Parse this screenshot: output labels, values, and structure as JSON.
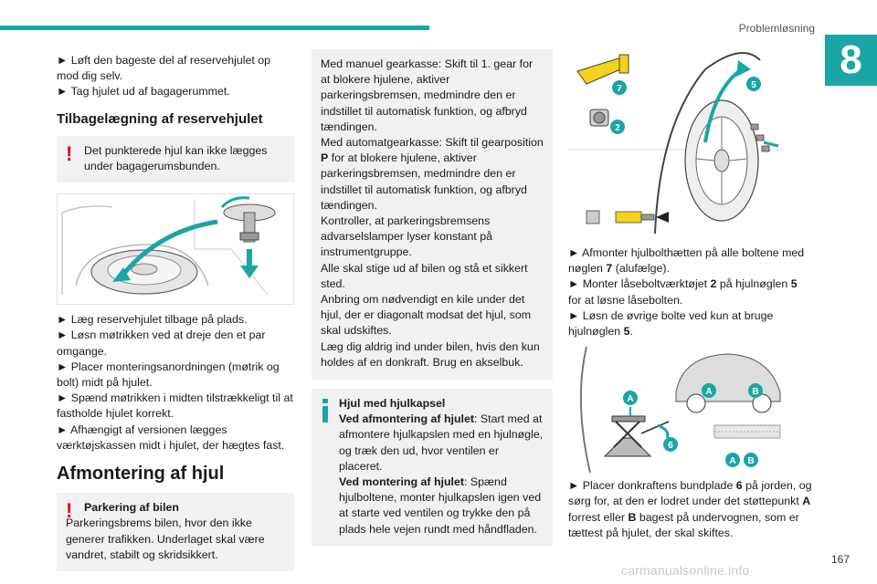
{
  "header": {
    "section": "Problemløsning",
    "chapter": "8",
    "page_number": "167"
  },
  "col1": {
    "intro_lines": [
      "► Løft den bageste del af reservehjulet op mod dig selv.",
      "► Tag hjulet ud af bagagerummet."
    ],
    "refit_heading": "Tilbagelægning af reservehjulet",
    "refit_warning": "Det punkterede hjul kan ikke lægges under bagagerumsbunden.",
    "refit_steps": [
      "► Læg reservehjulet tilbage på plads.",
      "► Løsn møtrikken ved at dreje den et par omgange.",
      "► Placer monteringsanordningen (møtrik og bolt) midt på hjulet.",
      "► Spænd møtrikken i midten tilstrækkeligt til at fastholde hjulet korrekt.",
      "► Afhængigt af versionen lægges værktøjskassen midt i hjulet, der hægtes fast."
    ],
    "remove_heading": "Afmontering af hjul",
    "parking_title": "Parkering af bilen",
    "parking_text": "Parkeringsbrems bilen, hvor den ikke generer trafikken. Underlaget skal være vandret, stabilt og skridsikkert."
  },
  "col2": {
    "gearbox_paragraphs": [
      "Med manuel gearkasse: Skift til 1. gear for at blokere hjulene, aktiver parkeringsbremsen, medmindre den er indstillet til automatisk funktion, og afbryd tændingen.",
      "Med automatgearkasse: Skift til gearposition",
      "for at blokere hjulene, aktiver parkeringsbremsen, medmindre den er indstillet til automatisk funktion, og afbryd tændingen.",
      "Kontroller, at parkeringsbremsens advarselslamper lyser konstant på instrumentgruppe.",
      "Alle skal stige ud af bilen og stå et sikkert sted.",
      "Anbring om nødvendigt en kile under det hjul, der er diagonalt modsat det hjul, som skal udskiftes.",
      "Læg dig aldrig ind under bilen, hvis den kun holdes af en donkraft. Brug en akselbuk."
    ],
    "gear_p": "P",
    "info_title": "Hjul med hjulkapsel",
    "info_removal_label": "Ved afmontering af hjulet",
    "info_removal_text": ": Start med at afmontere hjulkapslen med en hjulnøgle, og træk den ud, hvor ventilen er placeret.",
    "info_refit_label": "Ved montering af hjulet",
    "info_refit_text": ": Spænd hjulboltene, monter hjulkapslen igen ved at starte ved ventilen og trykke den på plads hele vejen rundt med håndfladen."
  },
  "col3": {
    "fig1_callouts": [
      "7",
      "2",
      "5"
    ],
    "step1_pre": "► Afmonter hjulbolthætten på alle boltene med nøglen",
    "step1_num": "7",
    "step1_post": "(alufælge).",
    "step2_pre": "► Monter låseboltværktøjet",
    "step2_num_a": "2",
    "step2_mid": "på hjulnøglen",
    "step2_num_b": "5",
    "step2_post": "for at løsne låsebolten.",
    "step3_pre": "► Løsn de øvrige bolte ved kun at bruge hjulnøglen",
    "step3_num": "5",
    "fig2_callouts": [
      "A",
      "B",
      "A",
      "6",
      "A",
      "B"
    ],
    "step4_pre": "► Placer donkraftens bundplade",
    "step4_num": "6",
    "step4_mid": "på jorden, og sørg for, at den er lodret under det støttepunkt",
    "step4_a": "A",
    "step4_mid2": "forrest eller",
    "step4_b": "B",
    "step4_post": "bagest på undervognen, som er tættest på hjulet, der skal skiftes."
  },
  "colors": {
    "accent": "#1aa6a4",
    "warning": "#e2001a",
    "box_bg": "#f1f1f1"
  },
  "watermark": "carmanualsonline.info"
}
